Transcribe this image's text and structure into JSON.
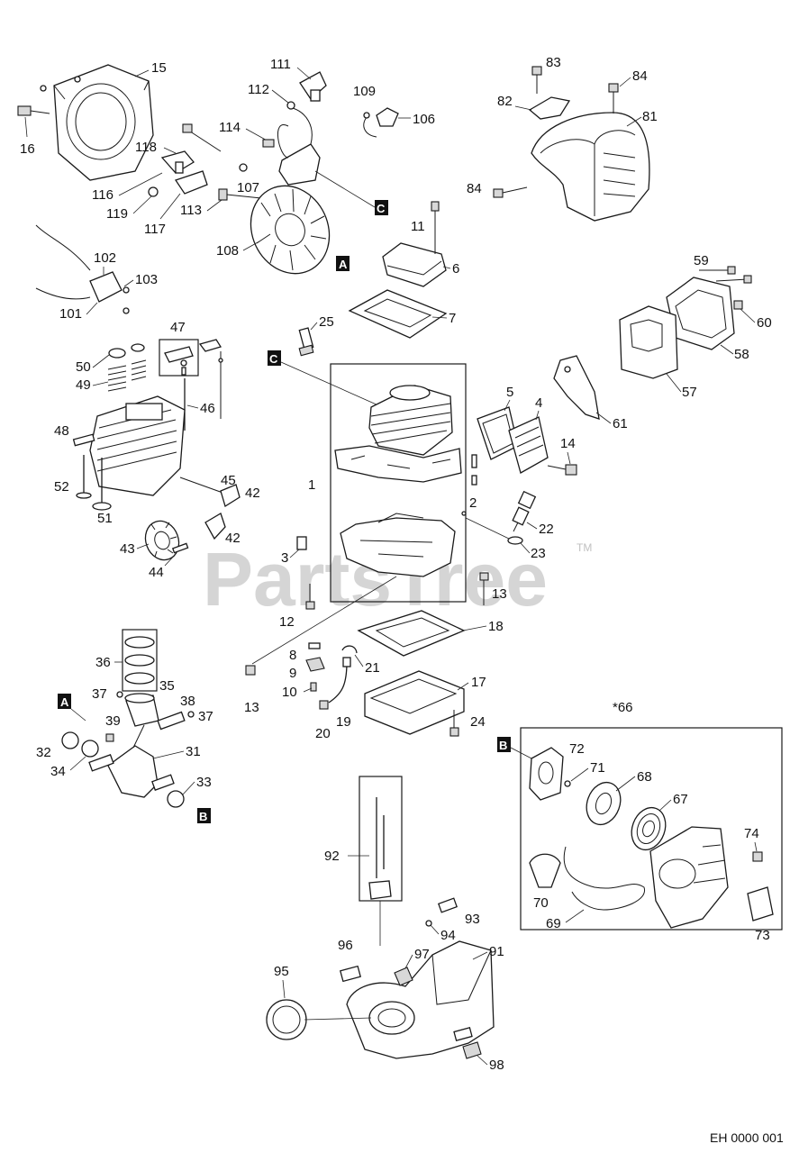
{
  "watermark": "PartsTree",
  "trademark": "TM",
  "diagram_code": "EH 0000 001",
  "note_66": "*66",
  "callout_letters": [
    "A",
    "B",
    "C"
  ],
  "labels": {
    "l15": "15",
    "l16": "16",
    "l111": "111",
    "l112": "112",
    "l114": "114",
    "l118": "118",
    "l116": "116",
    "l119": "119",
    "l117": "117",
    "l113": "113",
    "l107": "107",
    "l108": "108",
    "l109": "109",
    "l106": "106",
    "l83": "83",
    "l84a": "84",
    "l82": "82",
    "l81": "81",
    "l84b": "84",
    "l11": "11",
    "l6": "6",
    "l7": "7",
    "l102": "102",
    "l103": "103",
    "l101": "101",
    "l25": "25",
    "l47": "47",
    "l50": "50",
    "l49": "49",
    "l46": "46",
    "l48": "48",
    "l52": "52",
    "l51": "51",
    "l45": "45",
    "l42a": "42",
    "l42b": "42",
    "l43": "43",
    "l44": "44",
    "l1": "1",
    "l5": "5",
    "l4": "4",
    "l14": "14",
    "l2": "2",
    "l22": "22",
    "l23": "23",
    "l3": "3",
    "l59": "59",
    "l60": "60",
    "l58": "58",
    "l57": "57",
    "l61": "61",
    "l13a": "13",
    "l12": "12",
    "l18": "18",
    "l36": "36",
    "l37a": "37",
    "l35": "35",
    "l38": "38",
    "l37b": "37",
    "l39": "39",
    "l32": "32",
    "l34": "34",
    "l31": "31",
    "l33": "33",
    "l8": "8",
    "l9": "9",
    "l10": "10",
    "l21": "21",
    "l17": "17",
    "l13b": "13",
    "l20": "20",
    "l19": "19",
    "l24": "24",
    "l72": "72",
    "l71": "71",
    "l68": "68",
    "l67": "67",
    "l74": "74",
    "l70": "70",
    "l69": "69",
    "l73": "73",
    "l92": "92",
    "l93": "93",
    "l94": "94",
    "l96": "96",
    "l97": "97",
    "l91": "91",
    "l95": "95",
    "l98": "98"
  }
}
